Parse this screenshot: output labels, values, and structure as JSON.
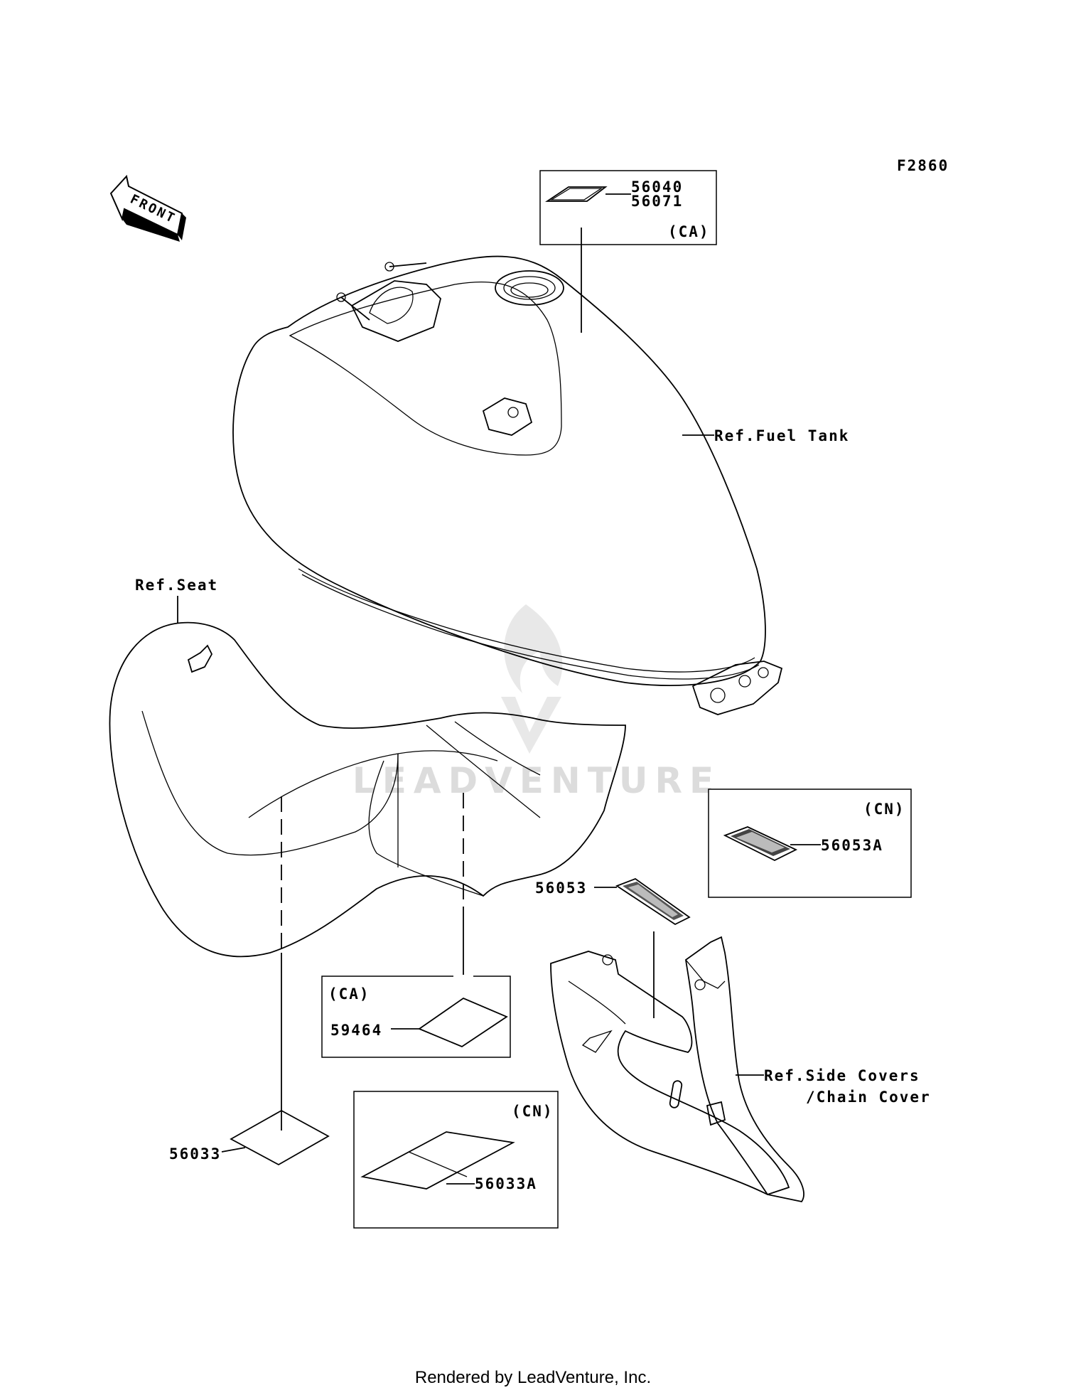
{
  "diagram": {
    "figure_code": "F2860",
    "front_label": "FRONT",
    "watermark": "LEADVENTURE",
    "callouts": {
      "p56040": "56040",
      "p56071": "56071",
      "ca_top": "(CA)",
      "fuel_tank": "Ref.Fuel Tank",
      "seat": "Ref.Seat",
      "cn_right": "(CN)",
      "p56053A": "56053A",
      "p56053": "56053",
      "ca_mid": "(CA)",
      "p59464": "59464",
      "side_covers_1": "Ref.Side Covers",
      "side_covers_2": "/Chain Cover",
      "cn_bottom": "(CN)",
      "p56033A": "56033A",
      "p56033": "56033"
    }
  },
  "footer": {
    "text": "Rendered by LeadVenture, Inc."
  }
}
